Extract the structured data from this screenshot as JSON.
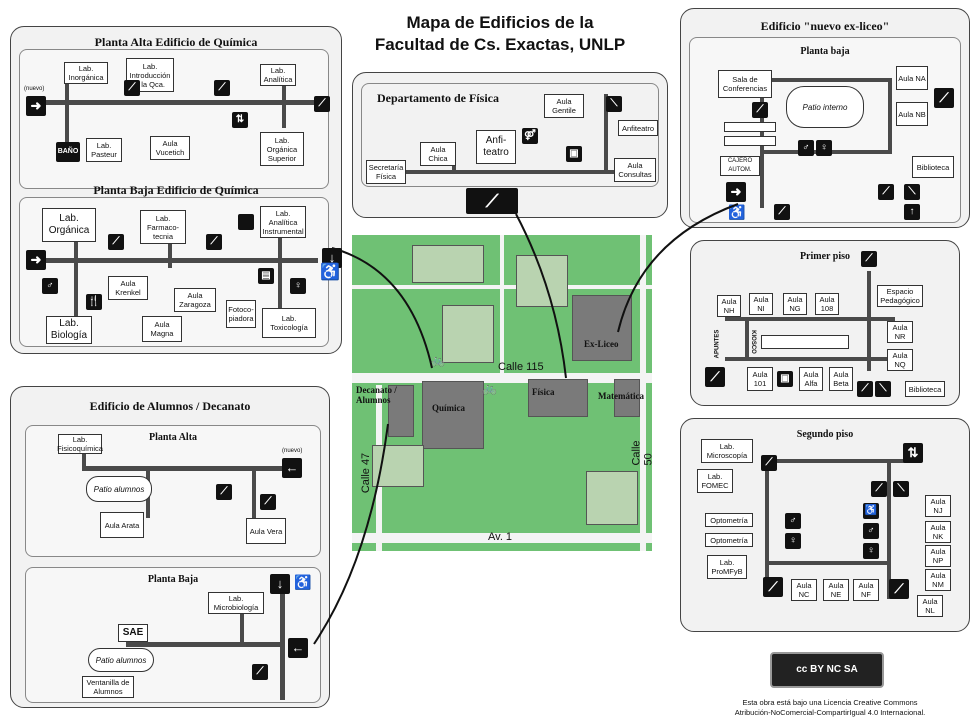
{
  "title": {
    "line1": "Mapa de Edificios de la",
    "line2": "Facultad de Cs. Exactas, UNLP"
  },
  "quimica": {
    "alta_title": "Planta Alta Edificio de Química",
    "baja_title": "Planta Baja Edificio de Química",
    "alta": {
      "nuevo": "(nuevo)",
      "lab_inorganica": "Lab. Inorgánica",
      "intro_qca": "Lab. Introducción a la Qca.",
      "lab_analitica": "Lab. Analítica",
      "bano": "BAÑO",
      "lab_pasteur": "Lab. Pasteur",
      "aula_vucetich": "Aula Vucetich",
      "lab_org_sup": "Lab. Orgánica Superior"
    },
    "baja": {
      "lab_organica": "Lab. Orgánica",
      "lab_farmaco": "Lab. Farmaco-tecnia",
      "lab_analitica_inst": "Lab. Analítica Instrumental",
      "aula_krenkel": "Aula Krenkel",
      "aula_zaragoza": "Aula Zaragoza",
      "fotocopiadora": "Fotoco-piadora",
      "lab_biologia": "Lab. Biología",
      "aula_magna": "Aula Magna",
      "lab_toxicologia": "Lab. Toxicología"
    }
  },
  "alumnos": {
    "title": "Edificio de Alumnos / Decanato",
    "alta_title": "Planta Alta",
    "baja_title": "Planta Baja",
    "lab_fisicoquimica": "Lab. Fisicoquímica",
    "patio_alumnos": "Patio alumnos",
    "nuevo": "(nuevo)",
    "aula_arata": "Aula Arata",
    "aula_vera": "Aula Vera",
    "lab_microbiologia": "Lab. Microbiología",
    "sae": "SAE",
    "patio_alumnos2": "Patio alumnos",
    "ventanilla": "Ventanilla de Alumnos"
  },
  "fisica": {
    "title": "Departamento de Física",
    "aula_gentile": "Aula Gentile",
    "anfiteatro": "Anfiteatro",
    "aula_chica": "Aula Chica",
    "anfi_teatro": "Anfi-teatro",
    "secretaria": "Secretaría Física",
    "aula_consultas": "Aula Consultas"
  },
  "exliceo": {
    "title": "Edificio \"nuevo ex-liceo\"",
    "pb_title": "Planta baja",
    "sala_conf": "Sala de Conferencias",
    "patio_interno": "Patio interno",
    "aula_na": "Aula NA",
    "aula_nb": "Aula NB",
    "cajero": "CAJERO AUTOM.",
    "biblioteca": "Biblioteca",
    "p1_title": "Primer piso",
    "aula_nh": "Aula NH",
    "aula_ni": "Aula NI",
    "aula_ng": "Aula NG",
    "aula_108": "Aula 108",
    "espacio_ped": "Espacio Pedagógico",
    "kiosco": "KIOSCO",
    "apuntes": "APUNTES",
    "aula_nr": "Aula NR",
    "aula_nq": "Aula NQ",
    "aula_101": "Aula 101",
    "aula_alfa": "Aula Alfa",
    "aula_beta": "Aula Beta",
    "biblioteca2": "Biblioteca",
    "p2_title": "Segundo piso",
    "lab_microscopia": "Lab. Microscopía",
    "lab_fomec": "Lab. FOMEC",
    "optometria1": "Optometría",
    "optometria2": "Optometría",
    "lab_promfyb": "Lab. ProMFyB",
    "aula_nc": "Aula NC",
    "aula_ne": "Aula NE",
    "aula_nf": "Aula NF",
    "aula_nj": "Aula NJ",
    "aula_nk": "Aula NK",
    "aula_np": "Aula NP",
    "aula_nm": "Aula NM",
    "aula_nl": "Aula NL"
  },
  "map": {
    "calle115": "Calle 115",
    "calle47": "Calle 47",
    "calle50": "Calle 50",
    "av1": "Av. 1",
    "decanato": "Decanato / Alumnos",
    "quimica": "Química",
    "fisica": "Física",
    "matematica": "Matemática",
    "exliceo": "Ex-Liceo"
  },
  "license": {
    "badge": "cc BY NC SA",
    "line1": "Esta obra está bajo una Licencia Creative Commons",
    "line2": "Atribución-NoComercial-CompartirIgual 4.0 Internacional."
  },
  "icons": [
    "stairs-icon",
    "elevator-icon",
    "restroom-icon",
    "accessible-icon",
    "arrow-right-icon",
    "arrow-down-icon",
    "arrow-left-icon",
    "arrow-up-icon",
    "cutlery-icon",
    "atm-icon"
  ],
  "colors": {
    "map_green": "#6fc174",
    "building_gray": "#7a7a7a",
    "corridor": "#4a4a4a"
  }
}
